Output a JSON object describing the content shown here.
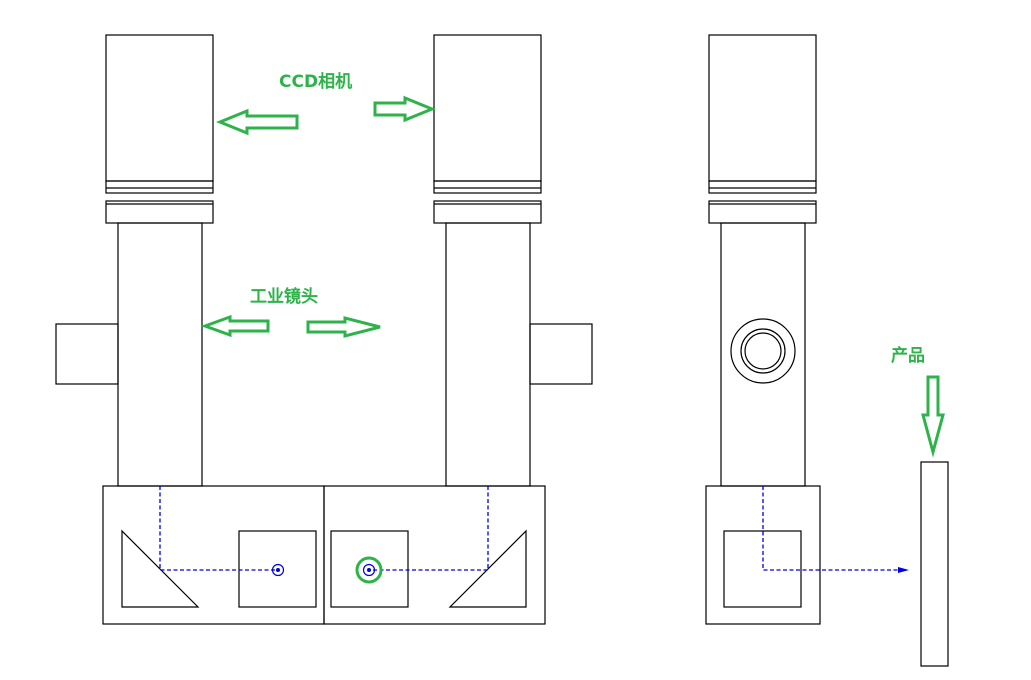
{
  "colors": {
    "line": "#000000",
    "label": "#2db34a",
    "optical_path": "#0000dd",
    "background": "#ffffff"
  },
  "labels": {
    "camera": "CCD相机",
    "lens": "工业镜头",
    "product": "产品"
  },
  "icons": {
    "arrow": "hollow-green-arrow",
    "camera": "ccd-camera-body",
    "lens": "industrial-lens-tube",
    "prism": "right-angle-prism",
    "product": "product-plate"
  }
}
